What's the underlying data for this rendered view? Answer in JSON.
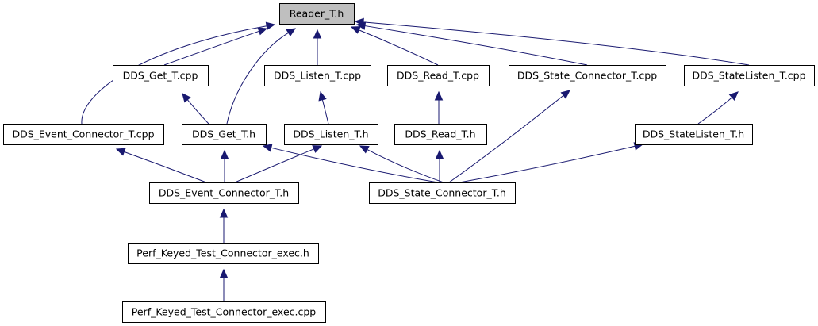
{
  "nodes": [
    {
      "id": "reader_t_h",
      "label": "Reader_T.h",
      "root": true
    },
    {
      "id": "dds_get_t_cpp",
      "label": "DDS_Get_T.cpp"
    },
    {
      "id": "dds_listen_t_cpp",
      "label": "DDS_Listen_T.cpp"
    },
    {
      "id": "dds_read_t_cpp",
      "label": "DDS_Read_T.cpp"
    },
    {
      "id": "dds_state_connector_t_cpp",
      "label": "DDS_State_Connector_T.cpp"
    },
    {
      "id": "dds_statelisten_t_cpp",
      "label": "DDS_StateListen_T.cpp"
    },
    {
      "id": "dds_event_connector_t_cpp",
      "label": "DDS_Event_Connector_T.cpp"
    },
    {
      "id": "dds_get_t_h",
      "label": "DDS_Get_T.h"
    },
    {
      "id": "dds_listen_t_h",
      "label": "DDS_Listen_T.h"
    },
    {
      "id": "dds_read_t_h",
      "label": "DDS_Read_T.h"
    },
    {
      "id": "dds_statelisten_t_h",
      "label": "DDS_StateListen_T.h"
    },
    {
      "id": "dds_event_connector_t_h",
      "label": "DDS_Event_Connector_T.h"
    },
    {
      "id": "dds_state_connector_t_h",
      "label": "DDS_State_Connector_T.h"
    },
    {
      "id": "perf_keyed_test_connector_exec_h",
      "label": "Perf_Keyed_Test_Connector_exec.h"
    },
    {
      "id": "perf_keyed_test_connector_exec_cpp",
      "label": "Perf_Keyed_Test_Connector_exec.cpp"
    }
  ],
  "edges": [
    {
      "from": "dds_get_t_cpp",
      "to": "reader_t_h"
    },
    {
      "from": "dds_listen_t_cpp",
      "to": "reader_t_h"
    },
    {
      "from": "dds_read_t_cpp",
      "to": "reader_t_h"
    },
    {
      "from": "dds_state_connector_t_cpp",
      "to": "reader_t_h"
    },
    {
      "from": "dds_statelisten_t_cpp",
      "to": "reader_t_h"
    },
    {
      "from": "dds_event_connector_t_cpp",
      "to": "reader_t_h"
    },
    {
      "from": "dds_get_t_h",
      "to": "reader_t_h"
    },
    {
      "from": "dds_get_t_h",
      "to": "dds_get_t_cpp"
    },
    {
      "from": "dds_listen_t_h",
      "to": "dds_listen_t_cpp"
    },
    {
      "from": "dds_read_t_h",
      "to": "dds_read_t_cpp"
    },
    {
      "from": "dds_statelisten_t_h",
      "to": "dds_statelisten_t_cpp"
    },
    {
      "from": "dds_event_connector_t_h",
      "to": "dds_event_connector_t_cpp"
    },
    {
      "from": "dds_event_connector_t_h",
      "to": "dds_get_t_h"
    },
    {
      "from": "dds_event_connector_t_h",
      "to": "dds_listen_t_h"
    },
    {
      "from": "dds_state_connector_t_h",
      "to": "dds_state_connector_t_cpp"
    },
    {
      "from": "dds_state_connector_t_h",
      "to": "dds_get_t_h"
    },
    {
      "from": "dds_state_connector_t_h",
      "to": "dds_listen_t_h"
    },
    {
      "from": "dds_state_connector_t_h",
      "to": "dds_read_t_h"
    },
    {
      "from": "dds_state_connector_t_h",
      "to": "dds_statelisten_t_h"
    },
    {
      "from": "perf_keyed_test_connector_exec_h",
      "to": "dds_event_connector_t_h"
    },
    {
      "from": "perf_keyed_test_connector_exec_cpp",
      "to": "perf_keyed_test_connector_exec_h"
    }
  ],
  "colors": {
    "edge": "#191970",
    "root_fill": "#bfbfbf",
    "node_fill": "#ffffff",
    "node_border": "#000000"
  }
}
